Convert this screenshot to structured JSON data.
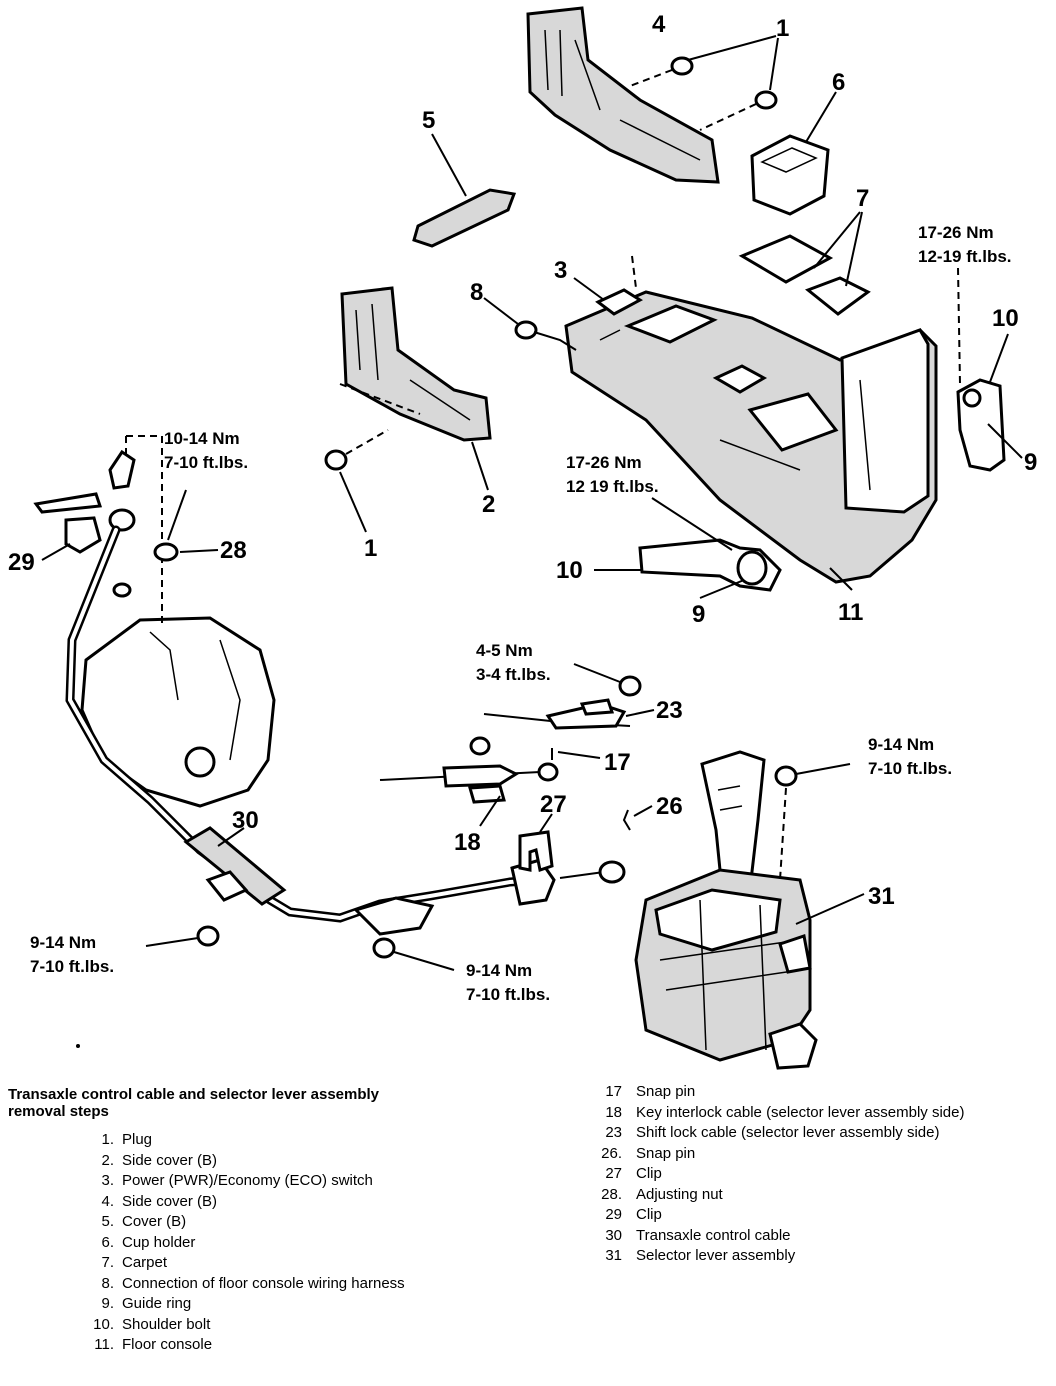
{
  "callouts": {
    "c4": "4",
    "c1_top": "1",
    "c6": "6",
    "c5": "5",
    "c7": "7",
    "c3": "3",
    "c8": "8",
    "c10_right": "10",
    "c9_right": "9",
    "c2": "2",
    "c1_left": "1",
    "c29": "29",
    "c28": "28",
    "c10_mid": "10",
    "c9_mid": "9",
    "c11": "11",
    "c23": "23",
    "c17": "17",
    "c26": "26",
    "c27": "27",
    "c18": "18",
    "c30": "30",
    "c31": "31"
  },
  "torques": {
    "t_right_nm": "17-26 Nm",
    "t_right_ft": "12-19 ft.lbs.",
    "t_mid_nm": "17-26 Nm",
    "t_mid_ft": "12 19 ft.lbs.",
    "t_nut_nm": "10-14 Nm",
    "t_nut_ft": "7-10 ft.lbs.",
    "t_shift_nm": "4-5 Nm",
    "t_shift_ft": "3-4 ft.lbs.",
    "t_lever_nm": "9-14 Nm",
    "t_lever_ft": "7-10 ft.lbs.",
    "t_bleft_nm": "9-14 Nm",
    "t_bleft_ft": "7-10 ft.lbs.",
    "t_bmid_nm": "9-14 Nm",
    "t_bmid_ft": "7-10 ft.lbs."
  },
  "legend": {
    "title": "Transaxle control cable and selector lever assembly removal steps",
    "left": [
      {
        "num": "1.",
        "text": "Plug"
      },
      {
        "num": "2.",
        "text": "Side cover (B)"
      },
      {
        "num": "3.",
        "text": "Power (PWR)/Economy (ECO) switch"
      },
      {
        "num": "4.",
        "text": "Side cover (B)"
      },
      {
        "num": "5.",
        "text": "Cover (B)"
      },
      {
        "num": "6.",
        "text": "Cup holder"
      },
      {
        "num": "7.",
        "text": "Carpet"
      },
      {
        "num": "8.",
        "text": "Connection of floor console wiring harness"
      },
      {
        "num": "9.",
        "text": "Guide ring"
      },
      {
        "num": "10.",
        "text": "Shoulder bolt"
      },
      {
        "num": "11.",
        "text": "Floor console"
      }
    ],
    "right": [
      {
        "num": "17",
        "text": "Snap pin"
      },
      {
        "num": "18",
        "text": "Key interlock cable (selector lever assembly side)"
      },
      {
        "num": "23",
        "text": "Shift lock cable (selector lever assembly side)"
      },
      {
        "num": "26.",
        "text": "Snap pin"
      },
      {
        "num": "27",
        "text": "Clip"
      },
      {
        "num": "28.",
        "text": "Adjusting nut"
      },
      {
        "num": "29",
        "text": "Clip"
      },
      {
        "num": "30",
        "text": "Transaxle control cable"
      },
      {
        "num": "31",
        "text": "Selector lever assembly"
      }
    ]
  }
}
